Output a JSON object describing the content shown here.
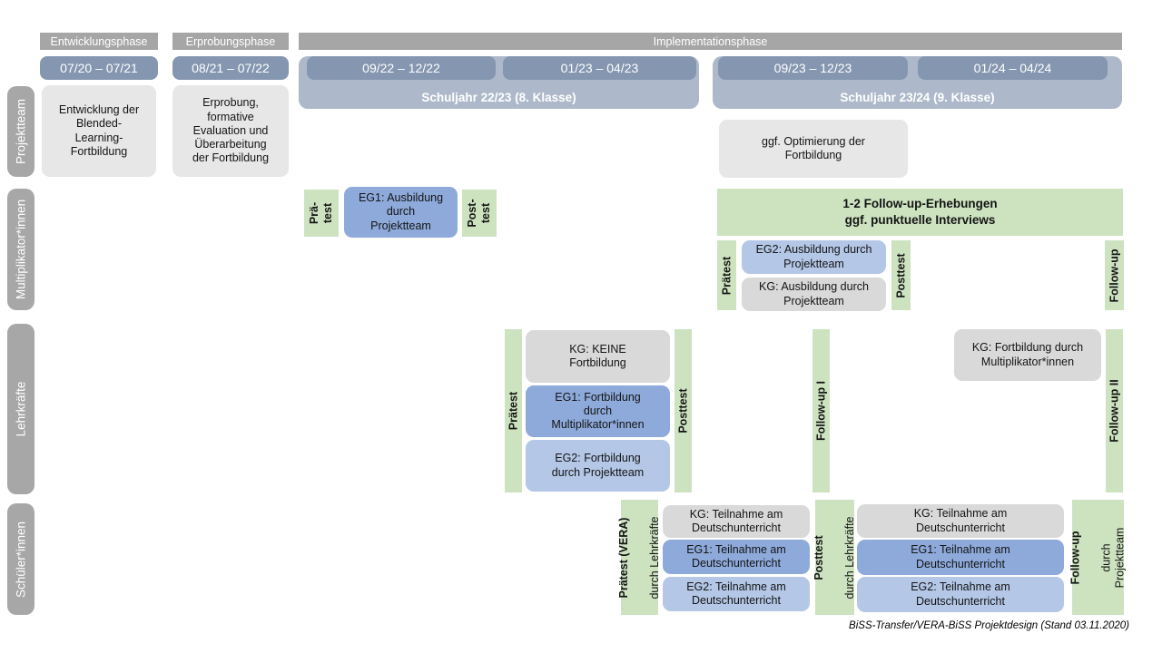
{
  "colors": {
    "phase-grey": "#a6a6a6",
    "label-grey": "#a7a7a7",
    "period-blue": "#8496b0",
    "schuljahr-blue": "#adb9ca",
    "box-light": "#e8e7e7",
    "box-grey": "#d9d9d9",
    "eg1-blue": "#8eaadb",
    "eg2-blue": "#b4c7e7",
    "green": "#cde3c0"
  },
  "phases": {
    "entwicklung": "Entwicklungsphase",
    "erprobung": "Erprobungsphase",
    "implementation": "Implementationsphase"
  },
  "periods": {
    "p1": "07/20 – 07/21",
    "p2": "08/21 – 07/22",
    "p3": "09/22 – 12/22",
    "p4": "01/23 – 04/23",
    "p5": "09/23 – 12/23",
    "p6": "01/24 – 04/24"
  },
  "school_years": {
    "sy2223": "Schuljahr 22/23 (8. Klasse)",
    "sy2324": "Schuljahr 23/24 (9. Klasse)"
  },
  "row_labels": {
    "projektteam": "Projektteam",
    "multiplikatoren": "Multiplikator*innen",
    "lehrkraefte": "Lehrkräfte",
    "schueler": "Schüler*innen"
  },
  "projektteam": {
    "entwicklung_box": "Entwicklung der\nBlended-\nLearning-\nFortbildung",
    "erprobung_box": "Erprobung,\nformative\nEvaluation und\nÜberarbeitung\nder Fortbildung",
    "optimierung_box": "ggf. Optimierung der\nFortbildung"
  },
  "multiplikatoren": {
    "praetest_bar": "Prä-\ntest",
    "eg1_box": "EG1: Ausbildung\ndurch\nProjektteam",
    "posttest_bar": "Post-\ntest",
    "followup_box": "1-2 Follow-up-Erhebungen\nggf. punktuelle Interviews",
    "praetest2_bar": "Prätest",
    "eg2_box": "EG2: Ausbildung durch\nProjektteam",
    "kg_box": "KG: Ausbildung durch\nProjektteam",
    "posttest2_bar": "Posttest",
    "followup_bar": "Follow-up"
  },
  "lehrkraefte": {
    "praetest_bar": "Prätest",
    "kg_box": "KG: KEINE\nFortbildung",
    "eg1_box": "EG1: Fortbildung\ndurch\nMultiplikator*innen",
    "eg2_box": "EG2: Fortbildung\ndurch Projektteam",
    "posttest_bar": "Posttest",
    "followup1_bar": "Follow-up I",
    "kg2_box": "KG: Fortbildung durch\nMultiplikator*innen",
    "followup2_bar": "Follow-up II"
  },
  "schueler": {
    "praetest_bar_main": "Prätest (VERA)",
    "praetest_bar_sub": "durch Lehrkräfte",
    "kg_box": "KG: Teilnahme am\nDeutschunterricht",
    "eg1_box": "EG1: Teilnahme am\nDeutschunterricht",
    "eg2_box": "EG2: Teilnahme am\nDeutschunterricht",
    "posttest_bar_main": "Posttest",
    "posttest_bar_sub": "durch Lehrkräfte",
    "kg2_box": "KG: Teilnahme am\nDeutschunterricht",
    "eg1b_box": "EG1: Teilnahme am\nDeutschunterricht",
    "eg2b_box": "EG2: Teilnahme am\nDeutschunterricht",
    "followup_bar_main": "Follow-up",
    "followup_bar_sub": "durch\nProjektteam"
  },
  "caption": "BiSS-Transfer/VERA-BiSS Projektdesign (Stand 03.11.2020)"
}
